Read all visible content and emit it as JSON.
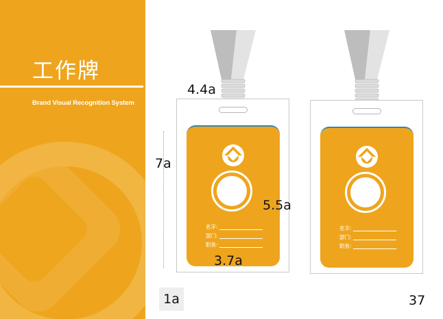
{
  "panel": {
    "title": "工作牌",
    "subtitle": "Brand Visual Recognition System",
    "color": "#eea51d"
  },
  "badge": {
    "accent_color": "#eea51d",
    "logo_icon": "brand-logo-icon",
    "fields": [
      {
        "label": "名字:"
      },
      {
        "label": "部门:"
      },
      {
        "label": "职务:"
      }
    ]
  },
  "dimensions": {
    "lanyard_width": "4.4a",
    "card_height": "7a",
    "inner_height": "5.5a",
    "inner_width": "3.7a"
  },
  "unit_label": "1a",
  "page_number": "37"
}
